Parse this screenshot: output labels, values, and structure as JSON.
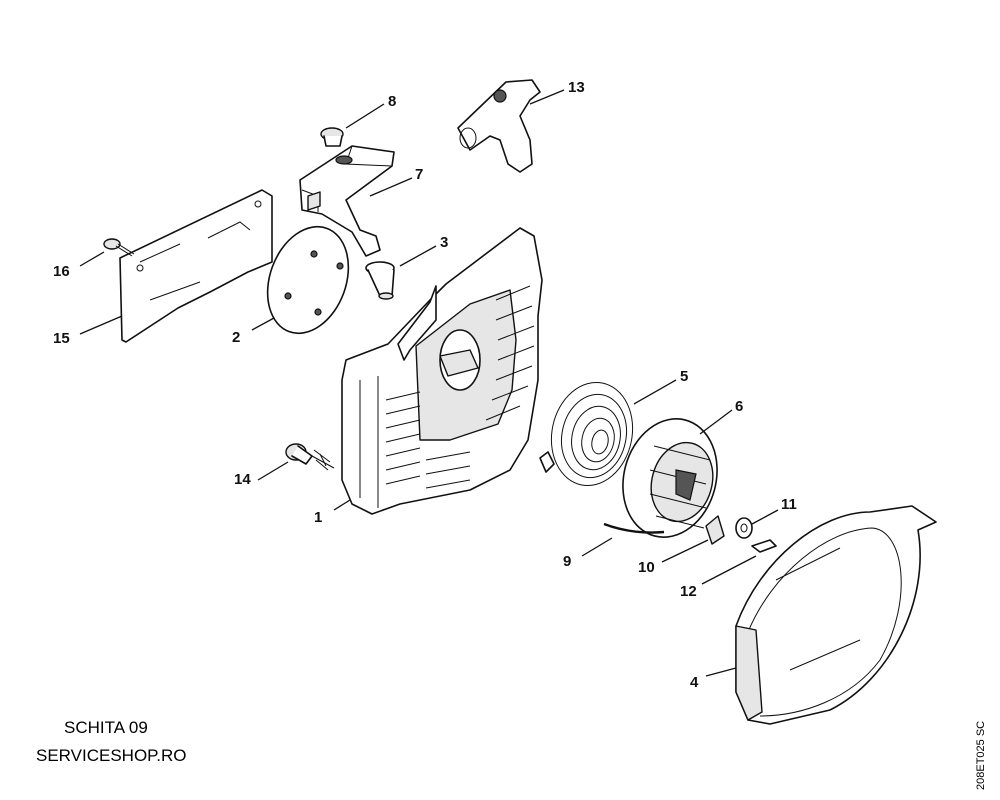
{
  "caption": {
    "line1": "SCHITA 09",
    "line2": "SERVICESHOP.RO"
  },
  "drawing_code": "208ET025 SC",
  "callouts": [
    "1",
    "2",
    "3",
    "4",
    "5",
    "6",
    "7",
    "8",
    "9",
    "10",
    "11",
    "12",
    "13",
    "14",
    "15",
    "16"
  ]
}
